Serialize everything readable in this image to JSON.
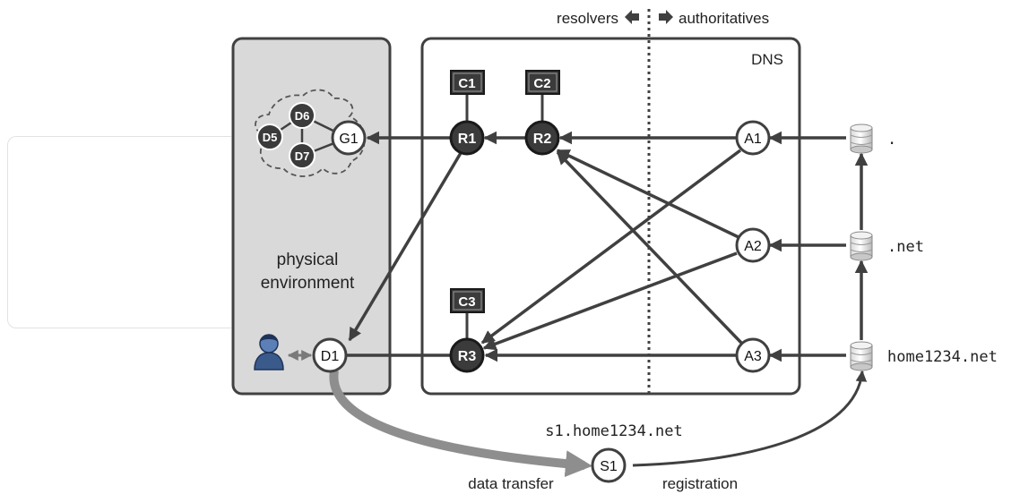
{
  "header": {
    "resolvers_label": "resolvers",
    "authoritatives_label": "authoritatives"
  },
  "physical_environment": {
    "label_line1": "physical",
    "label_line2": "environment",
    "nodes": [
      "D5",
      "D6",
      "D7",
      "G1",
      "D1"
    ]
  },
  "dns": {
    "label": "DNS",
    "clients": [
      "C1",
      "C2",
      "C3"
    ],
    "resolvers": [
      "R1",
      "R2",
      "R3"
    ],
    "authoritatives": [
      "A1",
      "A2",
      "A3"
    ]
  },
  "zones": {
    "root": ".",
    "tld": ".net",
    "domain": "home1234.net"
  },
  "service": {
    "node": "S1",
    "name": "s1.home1234.net",
    "data_transfer_label": "data transfer",
    "registration_label": "registration"
  },
  "colors": {
    "panel_fill": "#d9d9d9",
    "panel_border": "#404040",
    "dark_node": "#3b3b3b",
    "arrow": "#404040",
    "data_transfer_arrow": "#8e8e8e",
    "user_icon": "#3a5a8c"
  }
}
